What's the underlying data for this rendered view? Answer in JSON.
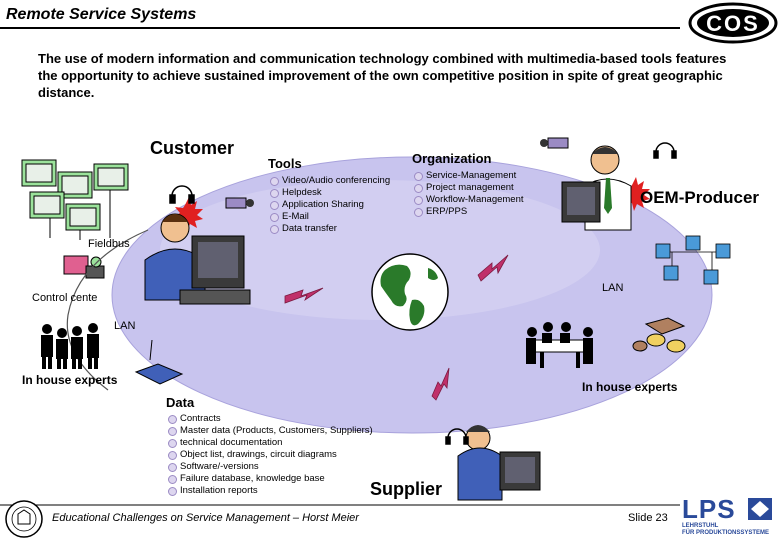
{
  "header": {
    "title": "Remote Service Systems",
    "intro": "The use of modern information and communication technology combined with multimedia-based tools features the opportunity to achieve sustained improvement of the own competitive position in spite of great geographic distance."
  },
  "diagram": {
    "customer": "Customer",
    "tools_title": "Tools",
    "tools": [
      "Video/Audio conferencing",
      "Helpdesk",
      "Application Sharing",
      "E-Mail",
      "Data transfer"
    ],
    "organization_title": "Organization",
    "organization": [
      "Service-Management",
      "Project management",
      "Workflow-Management",
      "ERP/PPS"
    ],
    "oem": "OEM-Producer",
    "fieldbus": "Fieldbus",
    "control_center": "Control cente",
    "lan_left": "LAN",
    "lan_right": "LAN",
    "in_house_left": "In house experts",
    "in_house_right": "In house experts",
    "data_title": "Data",
    "data": [
      "Contracts",
      "Master data (Products, Customers, Suppliers)",
      "technical documentation",
      "Object list, drawings, circuit diagrams",
      "Software/-versions",
      "Failure database, knowledge base",
      "Installation reports"
    ],
    "supplier": "Supplier"
  },
  "footer": {
    "text": "Educational Challenges on Service Management – Horst Meier",
    "slide": "Slide 23",
    "logo_cos": "COS",
    "logo_lps": "LPS",
    "logo_lps_sub1": "LEHRSTUHL",
    "logo_lps_sub2": "FÜR PRODUKTIONSSYSTEME"
  },
  "colors": {
    "ellipse": "#c8c4ee",
    "lightning": "#c0306a",
    "burst": "#e02020",
    "figure_shirt": "#4060b8"
  }
}
